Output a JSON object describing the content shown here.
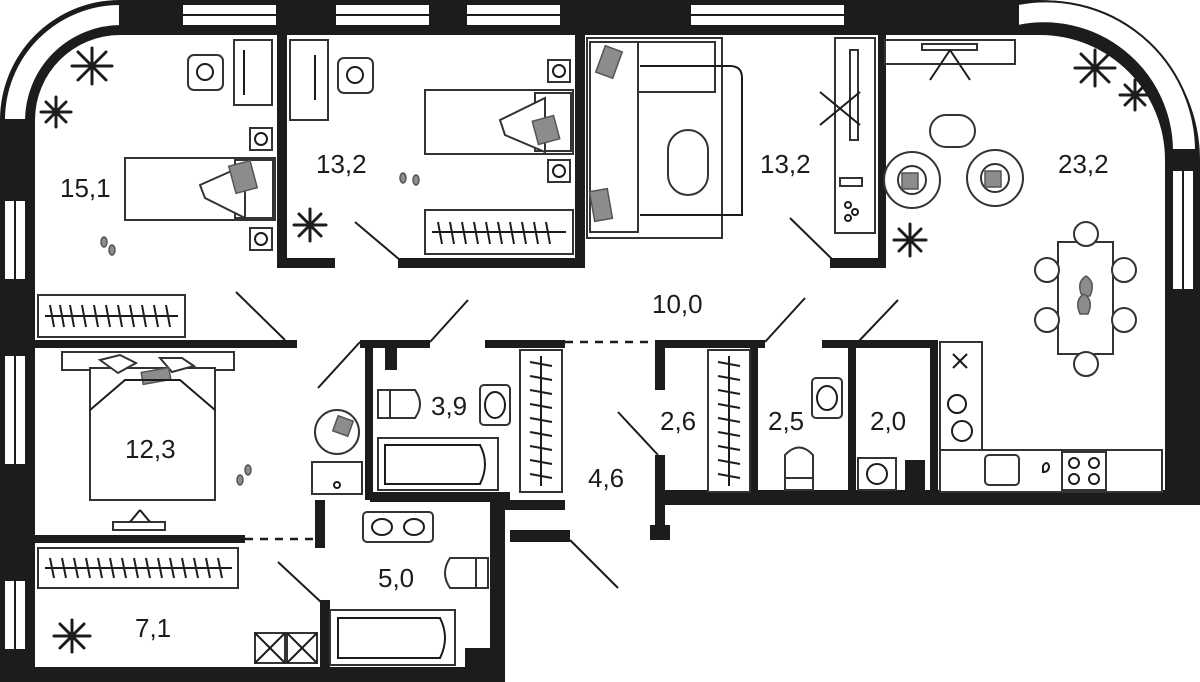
{
  "rooms": {
    "bedroom_top_left": "15,1",
    "bedroom_top_mid": "13,2",
    "living_top": "13,2",
    "kitchen_living": "23,2",
    "hallway": "10,0",
    "bedroom_left": "12,3",
    "bathroom_small": "3,9",
    "corridor": "4,6",
    "closet_1": "2,6",
    "toilet": "2,5",
    "laundry": "2,0",
    "bathroom_large": "5,0",
    "dressing_room": "7,1"
  }
}
